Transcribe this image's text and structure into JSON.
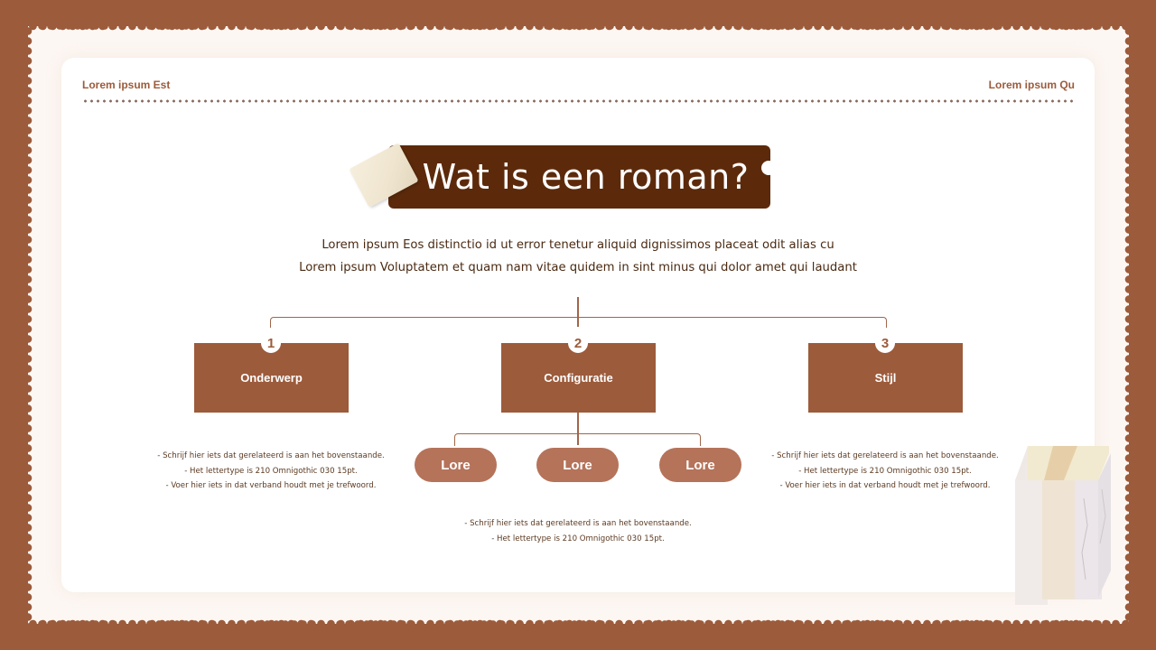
{
  "header": {
    "left_label": "Lorem ipsum Est",
    "right_label": "Lorem ipsum Qu"
  },
  "title": "Wat is een roman?",
  "intro": {
    "line1": "Lorem ipsum Eos distinctio id ut error tenetur aliquid dignissimos placeat odit alias cu",
    "line2": "Lorem ipsum Voluptatem et quam nam vitae quidem in sint minus qui dolor amet qui laudant"
  },
  "diagram": {
    "nodes": [
      {
        "number": "1",
        "label": "Onderwerp"
      },
      {
        "number": "2",
        "label": "Configuratie"
      },
      {
        "number": "3",
        "label": "Stijl"
      }
    ],
    "sub_nodes": [
      {
        "label": "Lore"
      },
      {
        "label": "Lore"
      },
      {
        "label": "Lore"
      }
    ],
    "notes_left": [
      "- Schrijf hier iets dat gerelateerd is aan het bovenstaande.",
      "- Het lettertype is 210 Omnigothic 030 15pt.",
      "- Voer hier iets in dat verband houdt met je trefwoord."
    ],
    "notes_right": [
      "- Schrijf hier iets dat gerelateerd is aan het bovenstaande.",
      "- Het lettertype is 210 Omnigothic 030 15pt.",
      "- Voer hier iets in dat verband houdt met je trefwoord."
    ],
    "notes_center": [
      "- Schrijf hier iets dat gerelateerd is aan het bovenstaande.",
      "- Het lettertype is 210 Omnigothic 030 15pt."
    ]
  },
  "colors": {
    "frame": "#9c5b3b",
    "title_bg": "#5c2a0b",
    "box": "#9c5b3b",
    "pill": "#b5735a",
    "connector": "#a1664a"
  }
}
